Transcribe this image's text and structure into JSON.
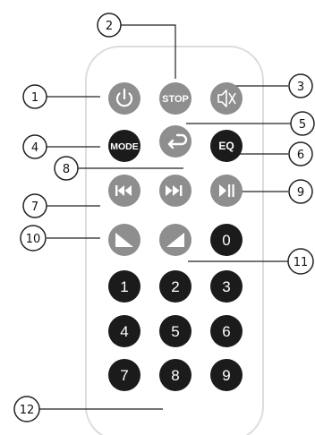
{
  "colors": {
    "button_light": "#8e8e8e",
    "button_dark": "#1b1b1b",
    "remote_outline": "#dcdcdc",
    "callout_line": "#222222"
  },
  "buttons": {
    "power": {
      "icon": "power-icon"
    },
    "stop": {
      "label": "STOP"
    },
    "mute": {
      "icon": "mute-icon"
    },
    "mode": {
      "label": "MODE"
    },
    "repeat": {
      "icon": "return-icon"
    },
    "eq": {
      "label": "EQ"
    },
    "prev": {
      "icon": "skip-back-icon"
    },
    "next": {
      "icon": "skip-forward-icon"
    },
    "play_pause": {
      "icon": "play-pause-icon"
    },
    "vol_down": {
      "icon": "volume-down-wedge-icon"
    },
    "vol_up": {
      "icon": "volume-up-wedge-icon"
    },
    "digits": [
      "0",
      "1",
      "2",
      "3",
      "4",
      "5",
      "6",
      "7",
      "8",
      "9"
    ]
  },
  "callouts": [
    "1",
    "2",
    "3",
    "4",
    "5",
    "6",
    "7",
    "8",
    "9",
    "10",
    "11",
    "12"
  ]
}
